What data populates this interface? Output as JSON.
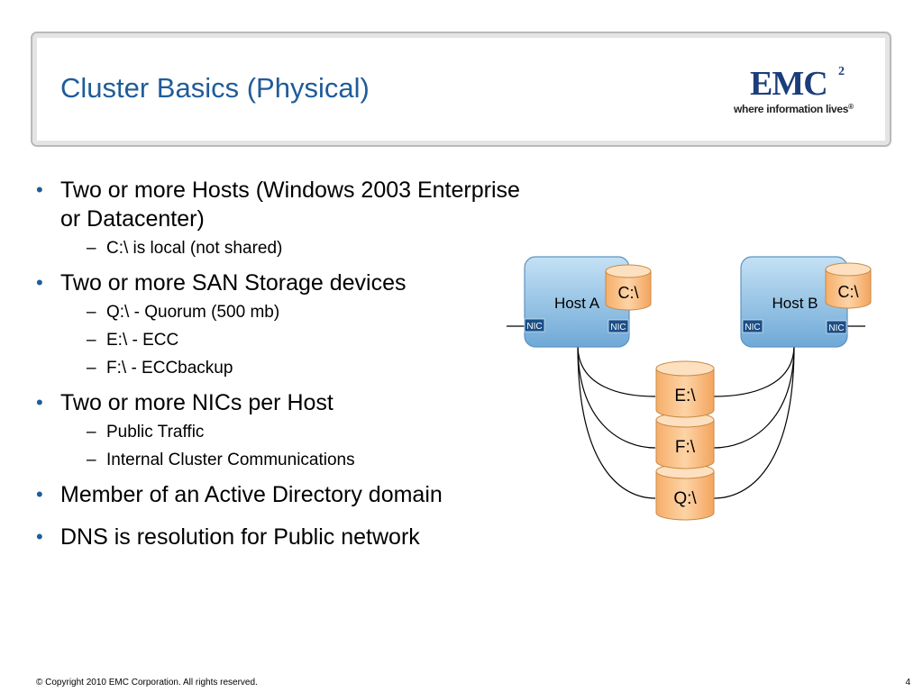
{
  "slide": {
    "title": "Cluster Basics (Physical)",
    "logo": {
      "brand": "EMC",
      "superscript": "2",
      "tagline": "where information lives",
      "registered": "®"
    },
    "bullets": [
      {
        "text": "Two or more Hosts (Windows 2003 Enterprise or Datacenter)",
        "subs": [
          "C:\\ is local (not shared)"
        ]
      },
      {
        "text": "Two or more SAN Storage devices",
        "subs": [
          "Q:\\ - Quorum (500 mb)",
          "E:\\ - ECC",
          "F:\\ - ECCbackup"
        ]
      },
      {
        "text": "Two or more NICs per Host",
        "subs": [
          "Public Traffic",
          "Internal Cluster Communications"
        ]
      },
      {
        "text": "Member of an Active Directory domain",
        "subs": []
      },
      {
        "text": "DNS is resolution for Public network",
        "subs": []
      }
    ],
    "footer": "© Copyright 2010 EMC Corporation. All rights reserved.",
    "page_number": "4"
  },
  "diagram": {
    "hosts": [
      {
        "label": "Host A",
        "disk": "C:\\",
        "nic_left": "NIC",
        "nic_right": "NIC"
      },
      {
        "label": "Host B",
        "disk": "C:\\",
        "nic_left": "NIC",
        "nic_right": "NIC"
      }
    ],
    "storage": [
      "E:\\",
      "F:\\",
      "Q:\\"
    ]
  },
  "colors": {
    "title": "#1f5c9a",
    "bullet": "#1f5c9a",
    "host_fill": "#8fc3e6",
    "disk_fill": "#fbc58f",
    "disk_stroke": "#c98a45",
    "nic_fill": "#1b4e86",
    "logo": "#1b3d7a"
  }
}
